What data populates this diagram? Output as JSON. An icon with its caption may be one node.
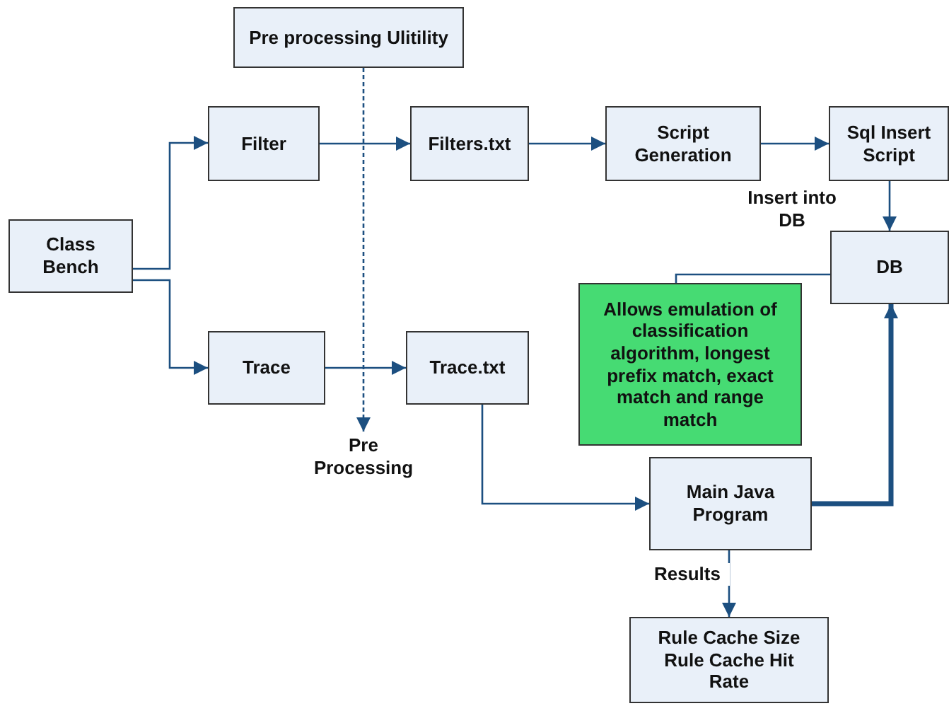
{
  "diagram": {
    "nodes": [
      {
        "text": [
          "Pre processing Ulitility"
        ]
      },
      {
        "text": [
          "Class Bench"
        ]
      },
      {
        "text": [
          "Filter"
        ]
      },
      {
        "text": [
          "Filters.txt"
        ]
      },
      {
        "text": [
          "Script Generation"
        ]
      },
      {
        "text": [
          "Sql Insert Script"
        ]
      },
      {
        "text": [
          "DB"
        ]
      },
      {
        "text": [
          "Allows emulation of classification algorithm, longest prefix match, exact match and range match"
        ]
      },
      {
        "text": [
          "Trace"
        ]
      },
      {
        "text": [
          "Trace.txt"
        ]
      },
      {
        "text": [
          "Pre Processing"
        ]
      },
      {
        "text": [
          "Main Java Program"
        ]
      },
      {
        "text": [
          "Rule Cache Size Rule Cache Hit Rate"
        ]
      }
    ],
    "edges": [
      {
        "from": 1,
        "to": 2,
        "arrow": "to"
      },
      {
        "from": 1,
        "to": 8,
        "arrow": "to"
      },
      {
        "from": 2,
        "to": 3,
        "arrow": "to"
      },
      {
        "from": 3,
        "to": 4,
        "arrow": "to"
      },
      {
        "from": 4,
        "to": 5,
        "arrow": "to"
      },
      {
        "from": 5,
        "to": 6,
        "arrow": "to",
        "label": "Insert into DB"
      },
      {
        "from": 8,
        "to": 9,
        "arrow": "to"
      },
      {
        "from": 9,
        "to": 11,
        "arrow": "to"
      },
      {
        "from": 11,
        "to": 6,
        "arrow": "to",
        "style": "thick"
      },
      {
        "from": 11,
        "to": 12,
        "arrow": "to",
        "label": "Results"
      },
      {
        "from": 0,
        "to": 10,
        "arrow": "to",
        "style": "dashed"
      },
      {
        "from": 7,
        "to": 6,
        "arrow": "none"
      }
    ]
  }
}
